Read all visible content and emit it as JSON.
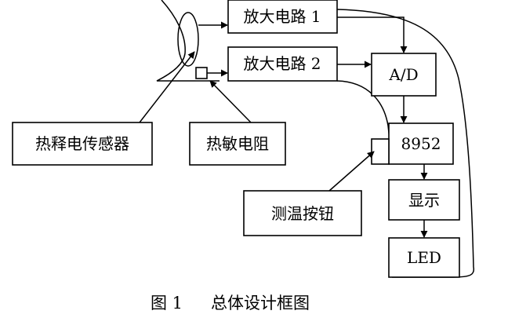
{
  "blocks": {
    "amp1": "放大电路 1",
    "amp2": "放大电路 2",
    "adc": "A/D",
    "mcu": "8952",
    "display": "显示",
    "led": "LED",
    "pyro_sensor": "热释电传感器",
    "thermistor": "热敏电阻",
    "temp_button": "测温按钮"
  },
  "caption": {
    "number": "图 1",
    "title": "总体设计框图"
  }
}
